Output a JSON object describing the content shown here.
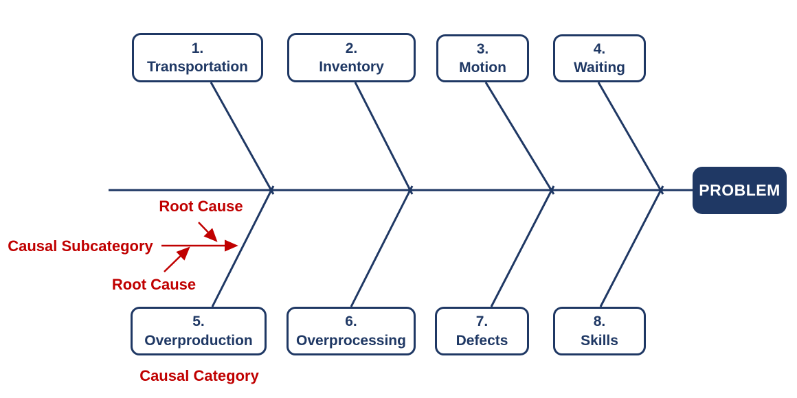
{
  "colors": {
    "navy": "#1f3864",
    "red": "#c00000",
    "white": "#ffffff"
  },
  "problem": {
    "label": "PROBLEM"
  },
  "categories": [
    {
      "number": "1.",
      "label": "Transportation"
    },
    {
      "number": "2.",
      "label": "Inventory"
    },
    {
      "number": "3.",
      "label": "Motion"
    },
    {
      "number": "4.",
      "label": "Waiting"
    },
    {
      "number": "5.",
      "label": "Overproduction"
    },
    {
      "number": "6.",
      "label": "Overprocessing"
    },
    {
      "number": "7.",
      "label": "Defects"
    },
    {
      "number": "8.",
      "label": "Skills"
    }
  ],
  "annotations": {
    "root_cause_top": "Root Cause",
    "causal_subcategory": "Causal Subcategory",
    "root_cause_bottom": "Root Cause",
    "causal_category": "Causal Category"
  }
}
